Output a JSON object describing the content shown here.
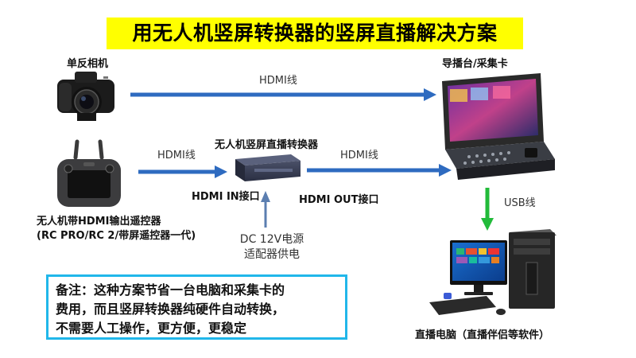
{
  "title": "用无人机竖屏转换器的竖屏直播解决方案",
  "nodes": {
    "camera": "单反相机",
    "switcher": "导播台/采集卡",
    "converter": "无人机竖屏直播转换器",
    "remote_line1": "无人机带HDMI输出遥控器",
    "remote_line2": "(RC PRO/RC 2/带屏遥控器一代)",
    "pc": "直播电脑（直播伴侣等软件）"
  },
  "ports": {
    "hdmi_in": "HDMI IN接口",
    "hdmi_out": "HDMI OUT接口"
  },
  "links": {
    "camera_to_switcher": "HDMI线",
    "remote_to_converter": "HDMI线",
    "converter_to_switcher": "HDMI线",
    "switcher_to_pc": "USB线"
  },
  "power": {
    "line1": "DC 12V电源",
    "line2": "适配器供电"
  },
  "note": {
    "line1": "备注：这种方案节省一台电脑和采集卡的",
    "line2": "费用，而且竖屏转换器纯硬件自动转换，",
    "line3": "不需要人工操作，更方便，更稳定"
  },
  "colors": {
    "title_bg": "#ffff00",
    "arrow_blue": "#2e6bc0",
    "arrow_green": "#22bb3a",
    "power_arrow": "#5b7eb0",
    "note_border": "#21b7ea"
  }
}
